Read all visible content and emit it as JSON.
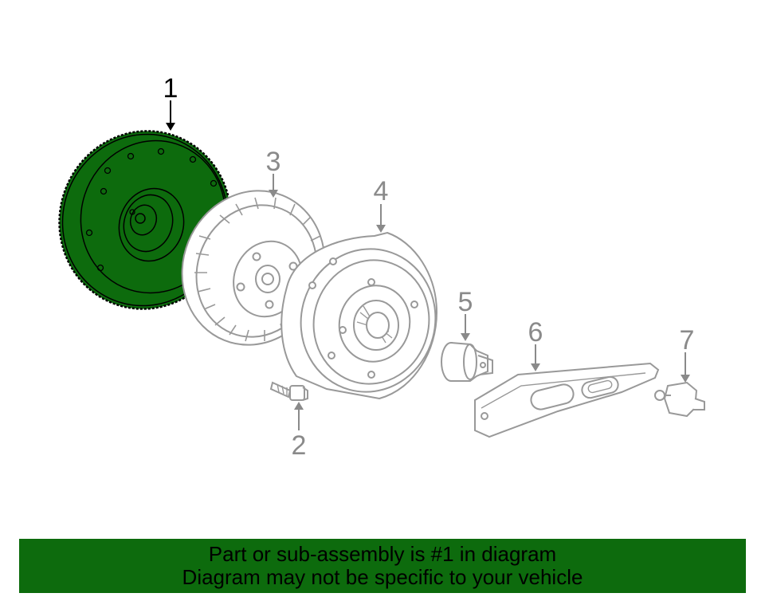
{
  "colors": {
    "highlight": "#0d6b0d",
    "outline": "#999999",
    "banner_bg": "#0d6b0d",
    "callout_active": "#000000",
    "callout_inactive": "#8a8a8a"
  },
  "callouts": {
    "c1": "1",
    "c2": "2",
    "c3": "3",
    "c4": "4",
    "c5": "5",
    "c6": "6",
    "c7": "7"
  },
  "banner": {
    "line1": "Part or sub-assembly is #1 in diagram",
    "line2": "Diagram may not be specific to your vehicle"
  }
}
